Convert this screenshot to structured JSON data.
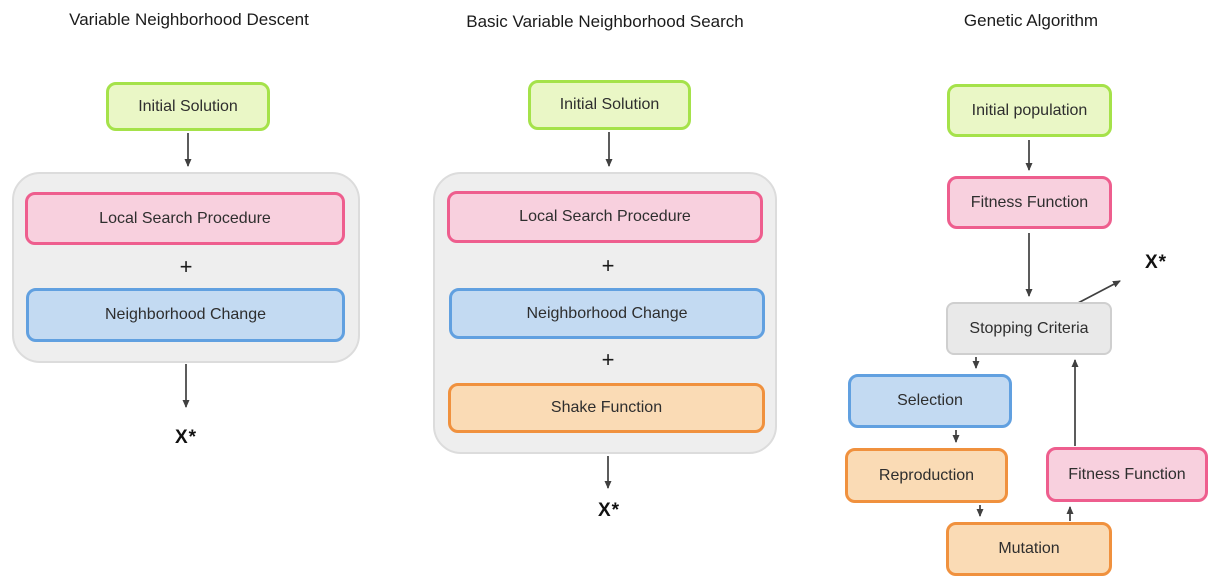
{
  "diagrams": [
    {
      "title": "Variable Neighborhood Descent",
      "nodes": {
        "initial": "Initial Solution",
        "local_search": "Local Search Procedure",
        "plus1": "+",
        "neighborhood_change": "Neighborhood Change",
        "output": "X*"
      }
    },
    {
      "title": "Basic Variable Neighborhood Search",
      "nodes": {
        "initial": "Initial Solution",
        "local_search": "Local Search Procedure",
        "plus1": "+",
        "neighborhood_change": "Neighborhood Change",
        "plus2": "+",
        "shake": "Shake Function",
        "output": "X*"
      }
    },
    {
      "title": "Genetic Algorithm",
      "nodes": {
        "initial": "Initial population",
        "fitness1": "Fitness Function",
        "output": "X*",
        "stopping": "Stopping Criteria",
        "selection": "Selection",
        "reproduction": "Reproduction",
        "mutation": "Mutation",
        "fitness2": "Fitness Function"
      }
    }
  ],
  "colors": {
    "green_fill": "#eaf7c6",
    "green_border": "#a5e24a",
    "pink_fill": "#f8d0de",
    "pink_border": "#ee5e8e",
    "blue_fill": "#c3daf2",
    "blue_border": "#61a0e0",
    "orange_fill": "#fadbb5",
    "orange_border": "#f0913e",
    "group_fill": "#eeeeee",
    "group_border": "#dcdcdc",
    "graybox_fill": "#e9e9e9",
    "graybox_border": "#cfcfcf",
    "arrow": "#404040"
  }
}
